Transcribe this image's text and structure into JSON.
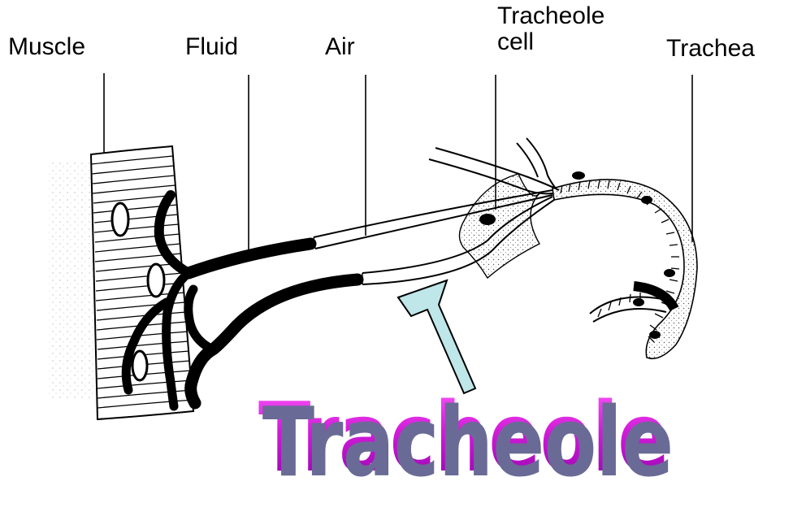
{
  "labels": {
    "muscle": "Muscle",
    "fluid": "Fluid",
    "air": "Air",
    "tracheole_cell_line1": "Tracheole",
    "tracheole_cell_line2": "cell",
    "trachea": "Trachea"
  },
  "caption": "Tracheole",
  "colors": {
    "caption_top": "#ff5cff",
    "caption_bottom": "#8a00a8",
    "caption_shadow": "#6a6a96",
    "arrow_fill": "#bfe6e8",
    "ink": "#000000"
  }
}
